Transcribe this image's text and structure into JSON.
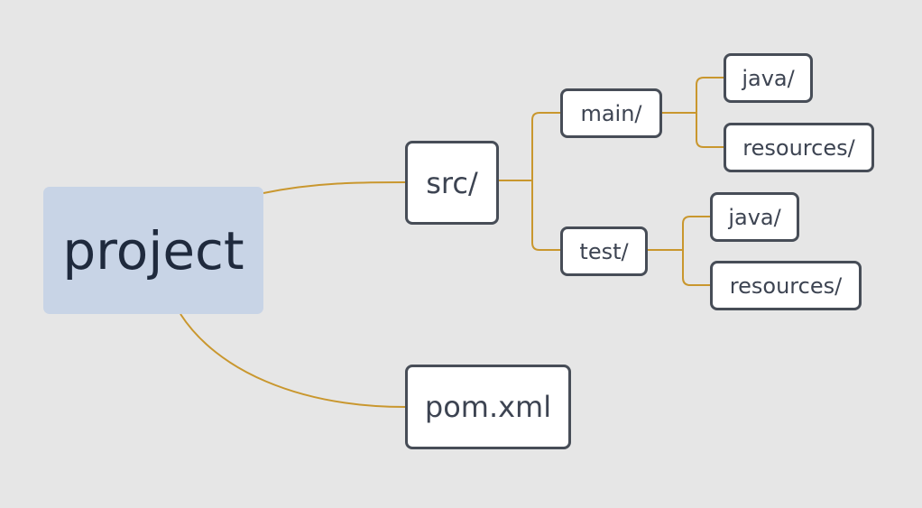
{
  "diagram": {
    "type": "mind-map",
    "colors": {
      "background": "#e6e6e6",
      "root_fill": "#c8d4e6",
      "node_fill": "#ffffff",
      "node_border": "#474d57",
      "connector": "#c9972e",
      "text": "#3d4452"
    },
    "root": {
      "label": "project"
    },
    "nodes": {
      "src": {
        "label": "src/"
      },
      "pom": {
        "label": "pom.xml"
      },
      "main": {
        "label": "main/"
      },
      "test": {
        "label": "test/"
      },
      "main_java": {
        "label": "java/"
      },
      "main_resources": {
        "label": "resources/"
      },
      "test_java": {
        "label": "java/"
      },
      "test_resources": {
        "label": "resources/"
      }
    }
  }
}
